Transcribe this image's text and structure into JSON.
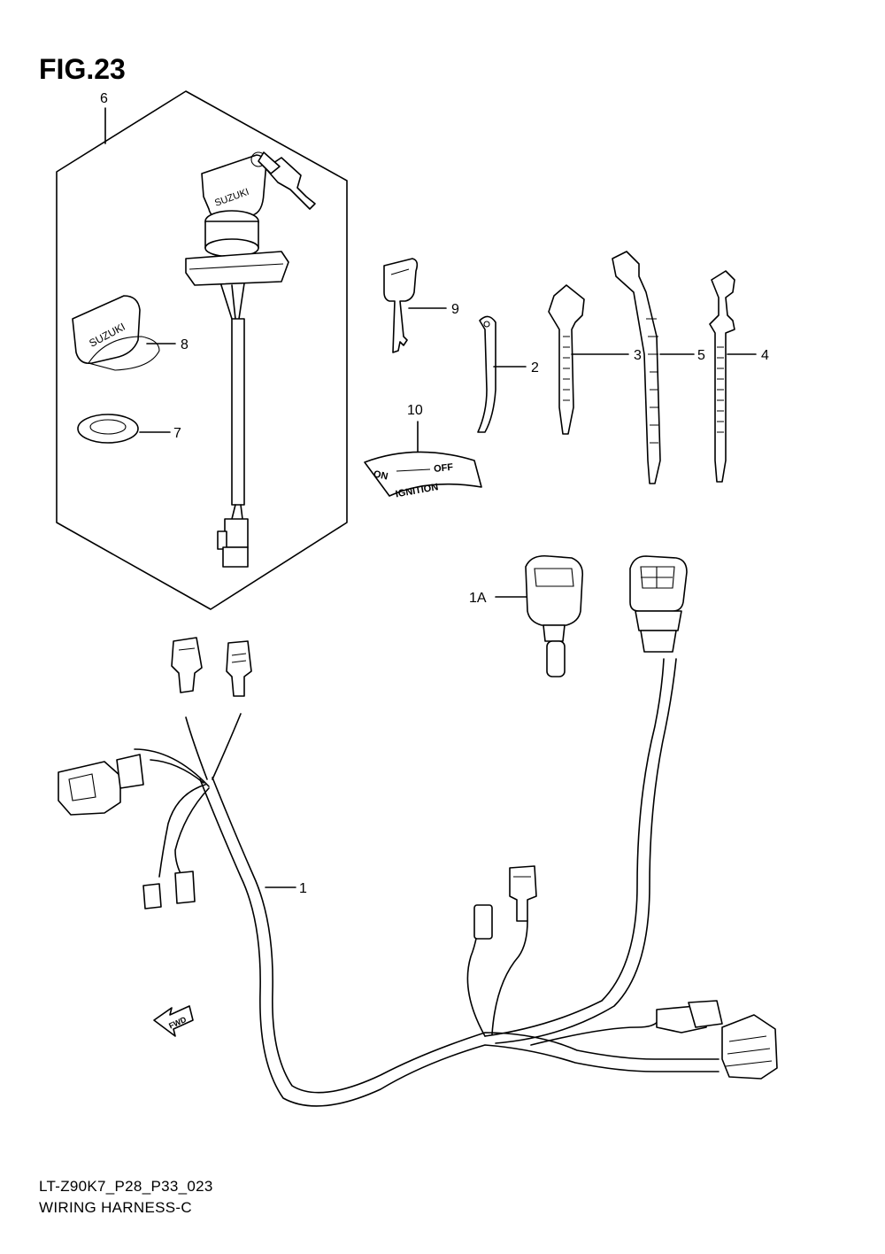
{
  "figure": {
    "title": "FIG.23",
    "model_code": "LT-Z90K7_P28_P33_023",
    "caption": "WIRING HARNESS-C"
  },
  "callouts": {
    "c1": "1",
    "c1A": "1A",
    "c2": "2",
    "c3": "3",
    "c4": "4",
    "c5": "5",
    "c6": "6",
    "c7": "7",
    "c8": "8",
    "c9": "9",
    "c10": "10"
  },
  "labels": {
    "brand_switch": "SUZUKI",
    "brand_cap": "SUZUKI",
    "plate_on": "ON",
    "plate_off": "OFF",
    "plate_ignition": "IGNITION",
    "fwd": "FWD"
  }
}
